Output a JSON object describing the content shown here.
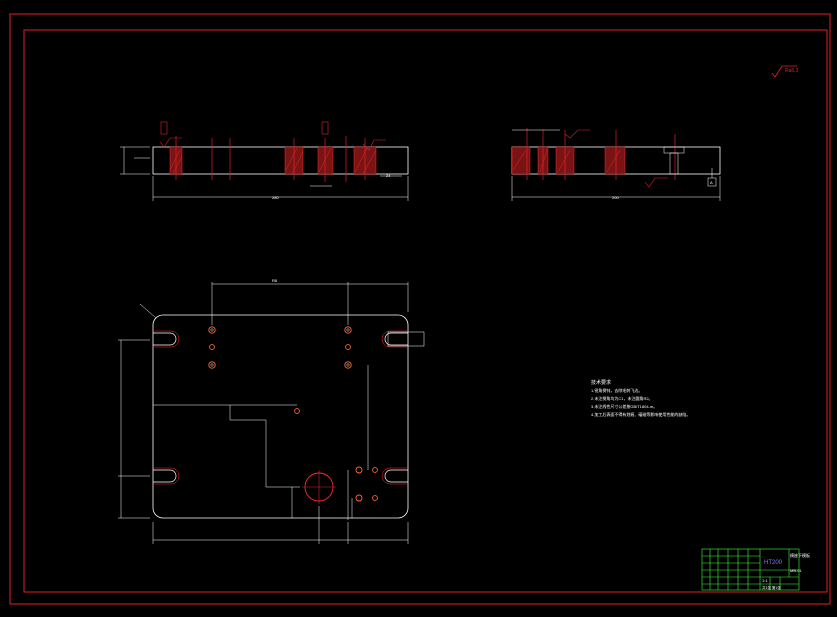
{
  "drawing": {
    "roughness_mark": "Ra6.3",
    "notes_title": "技术要求",
    "notes": [
      "1.锐角倒钝，去除毛刺飞边。",
      "2.未注倒角均为C1，未注圆角R2。",
      "3.未注线性尺寸公差按GB/T1804-m。",
      "4.加工后表面不得有划痕、磕碰等影响使用性能的缺陷。"
    ],
    "title_block": {
      "material": "HT200",
      "part_name": "模座下模板",
      "drawing_no": "MB-01",
      "scale": "1:1",
      "sheet": "共1张 第1张"
    },
    "colors": {
      "border": "#e0202c",
      "outline": "#ffffff",
      "hatch": "#ff2a2a",
      "dimension": "#ffffff",
      "table": "#3cff3c",
      "title_text": "#7f7fff"
    }
  }
}
